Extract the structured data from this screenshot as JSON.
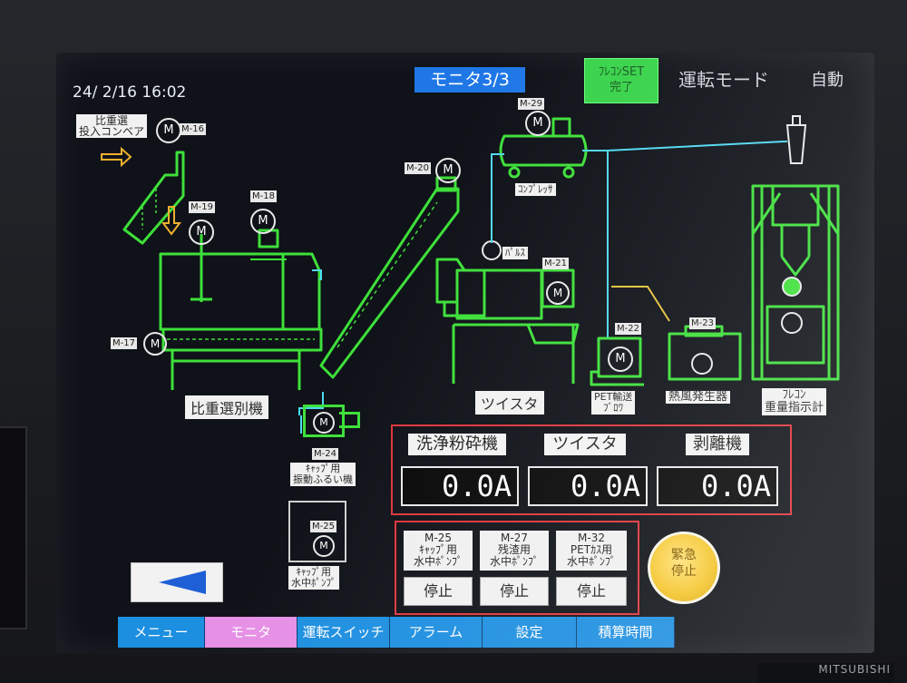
{
  "header": {
    "datetime": "24/ 2/16 16:02",
    "screen_title": "モニタ3/3",
    "mode_button_line1": "ﾌﾚｺﾝSET",
    "mode_button_line2": "完了",
    "mode_label": "運転モード",
    "mode_value": "自動"
  },
  "diagram": {
    "conveyor_label_line1": "比重選",
    "conveyor_label_line2": "投入コンベア",
    "separator_label": "比重選別機",
    "twister_label": "ツイスタ",
    "pulse_label": "ﾊﾟﾙｽ",
    "compressor_label": "ｺﾝﾌﾟﾚｯｻ",
    "blower_label_line1": "PET輸送",
    "blower_label_line2": "ﾌﾞﾛﾜ",
    "heater_label": "熱風発生器",
    "flecon_label_line1": "ﾌﾚｺﾝ",
    "flecon_label_line2": "重量指示計",
    "vib_label_line1": "ｷｬｯﾌﾟ用",
    "vib_label_line2": "振動ふるい機",
    "cap_pump_label_line1": "ｷｬｯﾌﾟ用",
    "cap_pump_label_line2": "水中ﾎﾟﾝﾌﾟ",
    "motors": {
      "m16": "M-16",
      "m17": "M-17",
      "m18": "M-18",
      "m19": "M-19",
      "m20": "M-20",
      "m21": "M-21",
      "m22": "M-22",
      "m23": "M-23",
      "m24": "M-24",
      "m25": "M-25",
      "m29": "M-29"
    },
    "motor_symbol": "M"
  },
  "currents": [
    {
      "label": "洗浄粉砕機",
      "value": "0.0A"
    },
    {
      "label": "ツイスタ",
      "value": "0.0A"
    },
    {
      "label": "剥離機",
      "value": "0.0A"
    }
  ],
  "pumps": [
    {
      "line1": "M-25",
      "line2": "ｷｬｯﾌﾟ用",
      "line3": "水中ﾎﾟﾝﾌﾟ",
      "state": "停止"
    },
    {
      "line1": "M-27",
      "line2": "残渣用",
      "line3": "水中ﾎﾟﾝﾌﾟ",
      "state": "停止"
    },
    {
      "line1": "M-32",
      "line2": "PETｶｽ用",
      "line3": "水中ﾎﾟﾝﾌﾟ",
      "state": "停止"
    }
  ],
  "emergency": {
    "line1": "緊急",
    "line2": "停止"
  },
  "nav": [
    {
      "label": "メニュー"
    },
    {
      "label": "モニタ"
    },
    {
      "label": "運転スイッチ"
    },
    {
      "label": "アラーム"
    },
    {
      "label": "設定"
    },
    {
      "label": "積算時間"
    }
  ],
  "bezel_brand": "MITSUBISHI",
  "colors": {
    "machine_green": "#3ee03a",
    "pipe_cyan": "#4fd8f0",
    "panel_red": "#e0353b",
    "nav_blue": "#1d8fe0",
    "nav_active_pink": "#e690e6",
    "arrow_orange": "#f0b030"
  }
}
